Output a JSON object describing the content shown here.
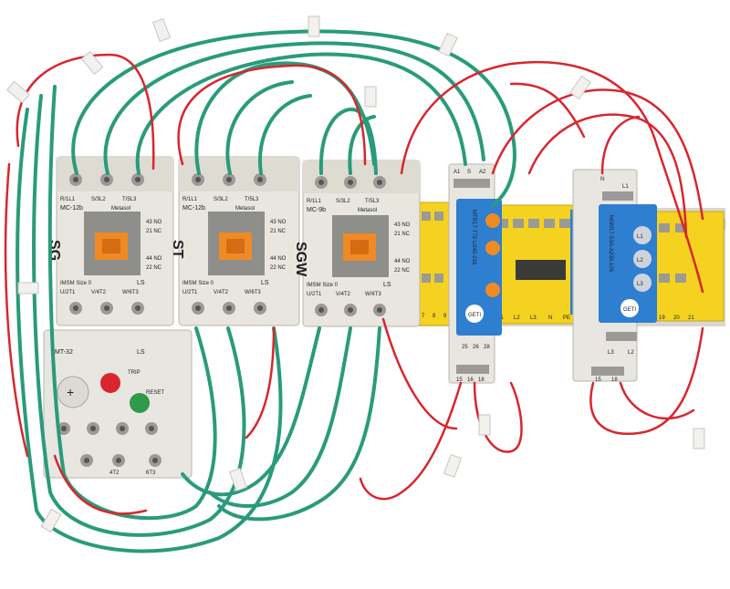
{
  "colors": {
    "background": "#ffffff",
    "wire_green": "#2a9b7a",
    "wire_red": "#d8262e",
    "contactor_body": "#e9e6df",
    "contactor_window": "#8e8e8a",
    "contactor_button": "#f08a24",
    "terminal_yellow": "#f4d21f",
    "module_blue": "#2e7fd0",
    "relay_body": "#e7e6e1",
    "relay_red_button": "#d9262e",
    "relay_green_dial": "#2f9a4a"
  },
  "contactors": [
    {
      "name": "SG",
      "model": "MC-12b",
      "brand": "LS",
      "maker": "Metasol",
      "top_terminals": [
        "R/1L1",
        "S/3L2",
        "T/5L3"
      ],
      "bottom_terminals": [
        "U/2T1",
        "V/4T2",
        "W/6T3"
      ],
      "aux_top": [
        "43 NO",
        "21 NC"
      ],
      "aux_bottom": [
        "44 NO",
        "22 NC"
      ],
      "rating_line": "IMSM Size 0"
    },
    {
      "name": "ST",
      "model": "MC-12b",
      "brand": "LS",
      "maker": "Metasol",
      "top_terminals": [
        "R/1L1",
        "S/3L2",
        "T/5L3"
      ],
      "bottom_terminals": [
        "U/2T1",
        "V/4T2",
        "W/6T3"
      ],
      "aux_top": [
        "43 NO",
        "21 NC"
      ],
      "aux_bottom": [
        "44 NO",
        "22 NC"
      ],
      "rating_line": "IMSM Size 0"
    },
    {
      "name": "SGW",
      "model": "MC-9b",
      "brand": "LS",
      "maker": "Metasol",
      "top_terminals": [
        "R/1L1",
        "S/3L2",
        "T/5L3"
      ],
      "bottom_terminals": [
        "U/2T1",
        "V/4T2",
        "W/6T3"
      ],
      "aux_top": [
        "43 NO",
        "21 NC"
      ],
      "aux_bottom": [
        "44 NO",
        "22 NC"
      ],
      "rating_line": "IMSM Size 0"
    }
  ],
  "overload_relay": {
    "model": "MT-32",
    "brand": "LS",
    "labels": [
      "TRIP",
      "RESET"
    ],
    "terminals": [
      "4T2",
      "6T3"
    ]
  },
  "timer_module": {
    "model": "MTR17-T72-U240-216",
    "brand": "GETI",
    "top_terminals": [
      "A1",
      "S",
      "A2"
    ],
    "bottom_terminals": [
      "25",
      "26",
      "28"
    ],
    "lower_terminals": [
      "15",
      "16",
      "18"
    ]
  },
  "monitor_module": {
    "model": "MSM17-S3A-A230-105",
    "brand": "GETI",
    "top_terminals": [
      "N",
      "L1"
    ],
    "indicators": [
      "L1",
      "L2",
      "L3"
    ],
    "bottom_terminals": [
      "L3",
      "L2"
    ],
    "lower_terminals": [
      "15",
      "18"
    ]
  },
  "terminal_block_labels": [
    "7",
    "8",
    "9",
    "L1",
    "L2",
    "L3",
    "N",
    "PE",
    "19",
    "20",
    "21"
  ]
}
